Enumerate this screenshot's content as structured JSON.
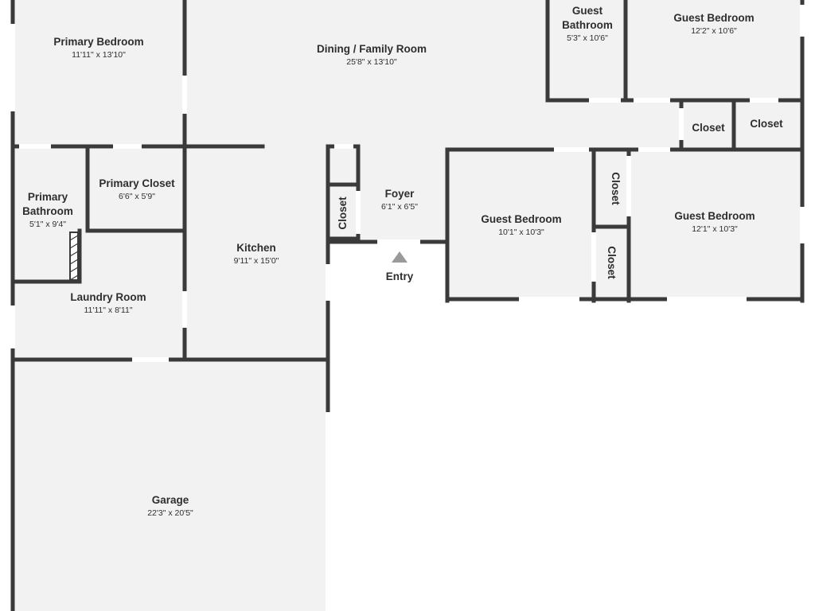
{
  "floor_plan": {
    "rooms": [
      {
        "id": "primary-bedroom",
        "name": "Primary Bedroom",
        "dims": "11'11\" x 13'10\""
      },
      {
        "id": "dining-family-room",
        "name": "Dining / Family Room",
        "dims": "25'8\" x 13'10\""
      },
      {
        "id": "guest-bathroom",
        "name_lines": [
          "Guest",
          "Bathroom"
        ],
        "dims": "5'3\" x 10'6\""
      },
      {
        "id": "guest-bedroom-top",
        "name": "Guest Bedroom",
        "dims": "12'2\" x 10'6\""
      },
      {
        "id": "closet-1",
        "name": "Closet"
      },
      {
        "id": "closet-2",
        "name": "Closet"
      },
      {
        "id": "primary-bathroom",
        "name_lines": [
          "Primary",
          "Bathroom"
        ],
        "dims": "5'1\" x 9'4\""
      },
      {
        "id": "primary-closet",
        "name": "Primary Closet",
        "dims": "6'6\" x 5'9\""
      },
      {
        "id": "kitchen",
        "name": "Kitchen",
        "dims": "9'11\" x 15'0\""
      },
      {
        "id": "foyer-closet",
        "name": "Closet"
      },
      {
        "id": "foyer",
        "name": "Foyer",
        "dims": "6'1\" x 6'5\""
      },
      {
        "id": "guest-bedroom-mid",
        "name": "Guest Bedroom",
        "dims": "10'1\" x 10'3\""
      },
      {
        "id": "closet-3",
        "name": "Closet"
      },
      {
        "id": "closet-4",
        "name": "Closet"
      },
      {
        "id": "guest-bedroom-right",
        "name": "Guest Bedroom",
        "dims": "12'1\" x 10'3\""
      },
      {
        "id": "laundry-room",
        "name": "Laundry Room",
        "dims": "11'11\" x 8'11\""
      },
      {
        "id": "garage",
        "name": "Garage",
        "dims": "22'3\" x 20'5\""
      }
    ],
    "entry_label": "Entry",
    "colors": {
      "wall": "#3a3a3a",
      "floor": "#f2f2f2",
      "background": "#ffffff",
      "opening": "#ffffff",
      "entry_marker": "#9a9a9a"
    }
  }
}
